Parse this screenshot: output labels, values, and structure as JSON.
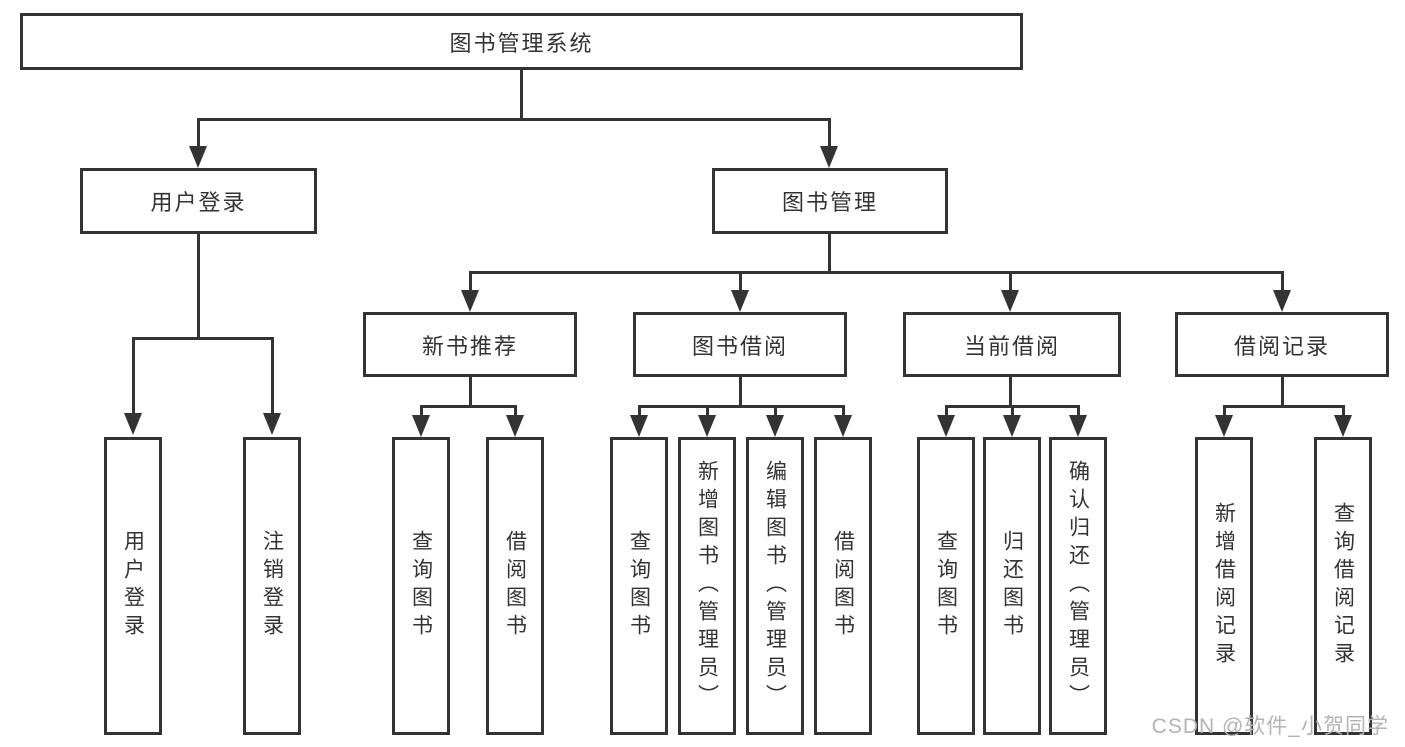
{
  "tree": {
    "root": {
      "label": "图书管理系统"
    },
    "branches": [
      {
        "label": "用户登录",
        "children": [
          {
            "label": "用户登录"
          },
          {
            "label": "注销登录"
          }
        ]
      },
      {
        "label": "图书管理",
        "children": [
          {
            "label": "新书推荐",
            "children": [
              {
                "label": "查询图书"
              },
              {
                "label": "借阅图书"
              }
            ]
          },
          {
            "label": "图书借阅",
            "children": [
              {
                "label": "查询图书"
              },
              {
                "label": "新增图书（管理员）"
              },
              {
                "label": "编辑图书（管理员）"
              },
              {
                "label": "借阅图书"
              }
            ]
          },
          {
            "label": "当前借阅",
            "children": [
              {
                "label": "查询图书"
              },
              {
                "label": "归还图书"
              },
              {
                "label": "确认归还（管理员）"
              }
            ]
          },
          {
            "label": "借阅记录",
            "children": [
              {
                "label": "新增借阅记录"
              },
              {
                "label": "查询借阅记录"
              }
            ]
          }
        ]
      }
    ]
  },
  "watermark": {
    "text": "CSDN @软件_小贺同学"
  },
  "colors": {
    "line": "#333333",
    "border": "#333333",
    "text": "#333333",
    "background": "#ffffff",
    "watermark": "#b3b3b3"
  }
}
